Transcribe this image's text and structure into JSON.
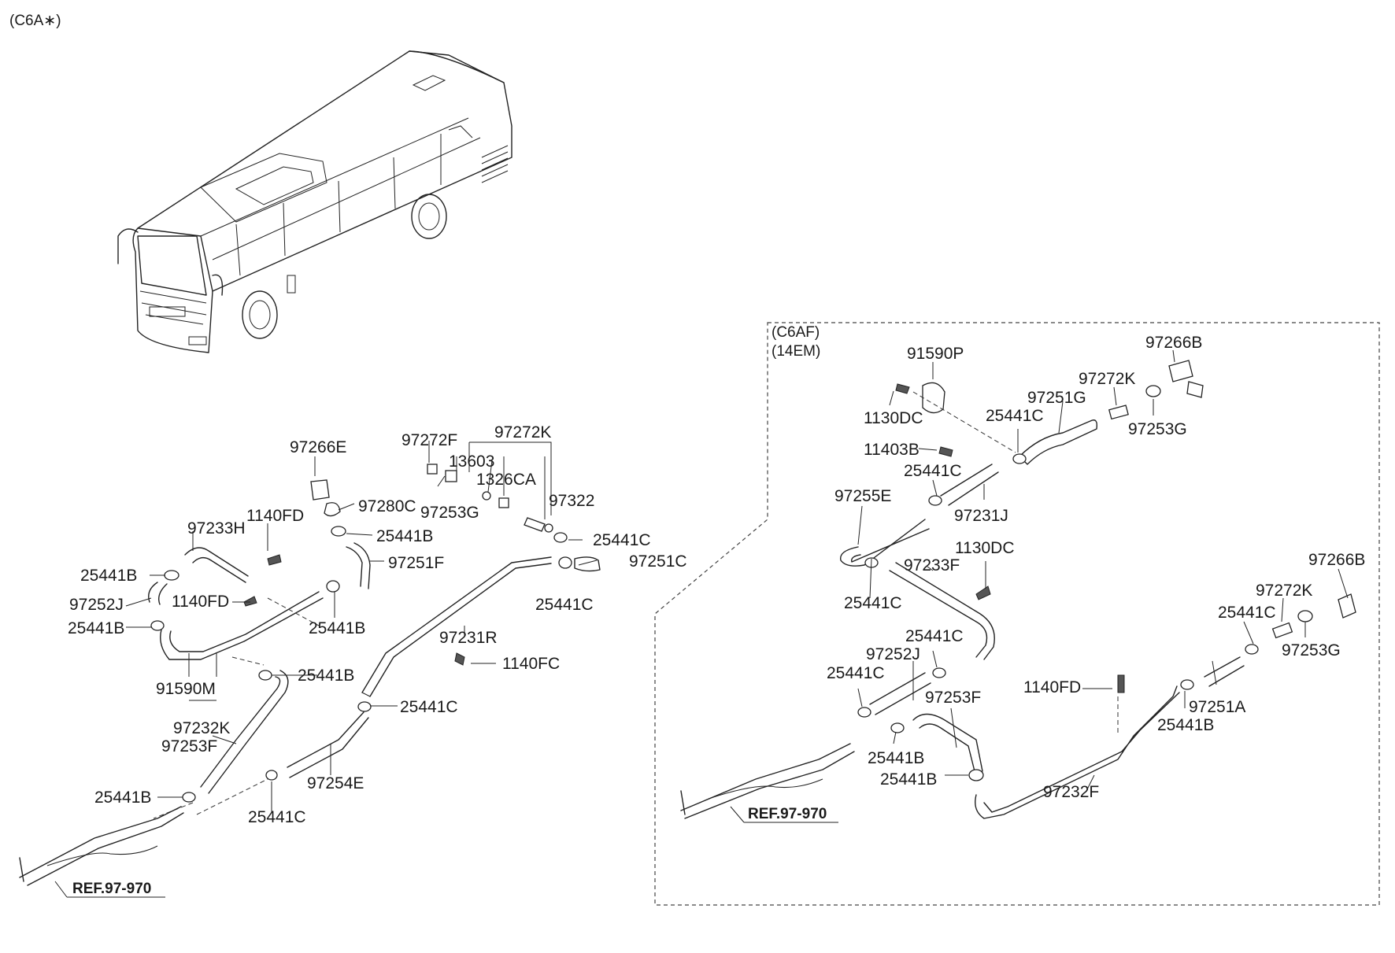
{
  "variant_code": "(C6A∗)",
  "subsection": {
    "line1": "(C6AF)",
    "line2": "(14EM)"
  },
  "refs": [
    "REF.97-970",
    "REF.97-970"
  ],
  "labels_left": [
    "97266E",
    "97272F",
    "97272K",
    "13603",
    "1326CA",
    "97322",
    "97280C",
    "97253G",
    "97233H",
    "1140FD",
    "25441B",
    "97251F",
    "25441C",
    "97251C",
    "25441B",
    "97252J",
    "1140FD",
    "25441B",
    "25441B",
    "97231R",
    "25441C",
    "1140FC",
    "25441B",
    "91590M",
    "97232K",
    "97253F",
    "25441C",
    "97254E",
    "25441B",
    "25441C"
  ],
  "labels_right": [
    "91590P",
    "97266B",
    "97272K",
    "1130DC",
    "25441C",
    "97251G",
    "97253G",
    "11403B",
    "25441C",
    "97255E",
    "97231J",
    "1130DC",
    "97233F",
    "97266B",
    "97272K",
    "25441C",
    "25441C",
    "97252J",
    "25441C",
    "97253G",
    "25441C",
    "1140FD",
    "97253F",
    "97251A",
    "25441B",
    "25441B",
    "25441B",
    "97232F"
  ]
}
